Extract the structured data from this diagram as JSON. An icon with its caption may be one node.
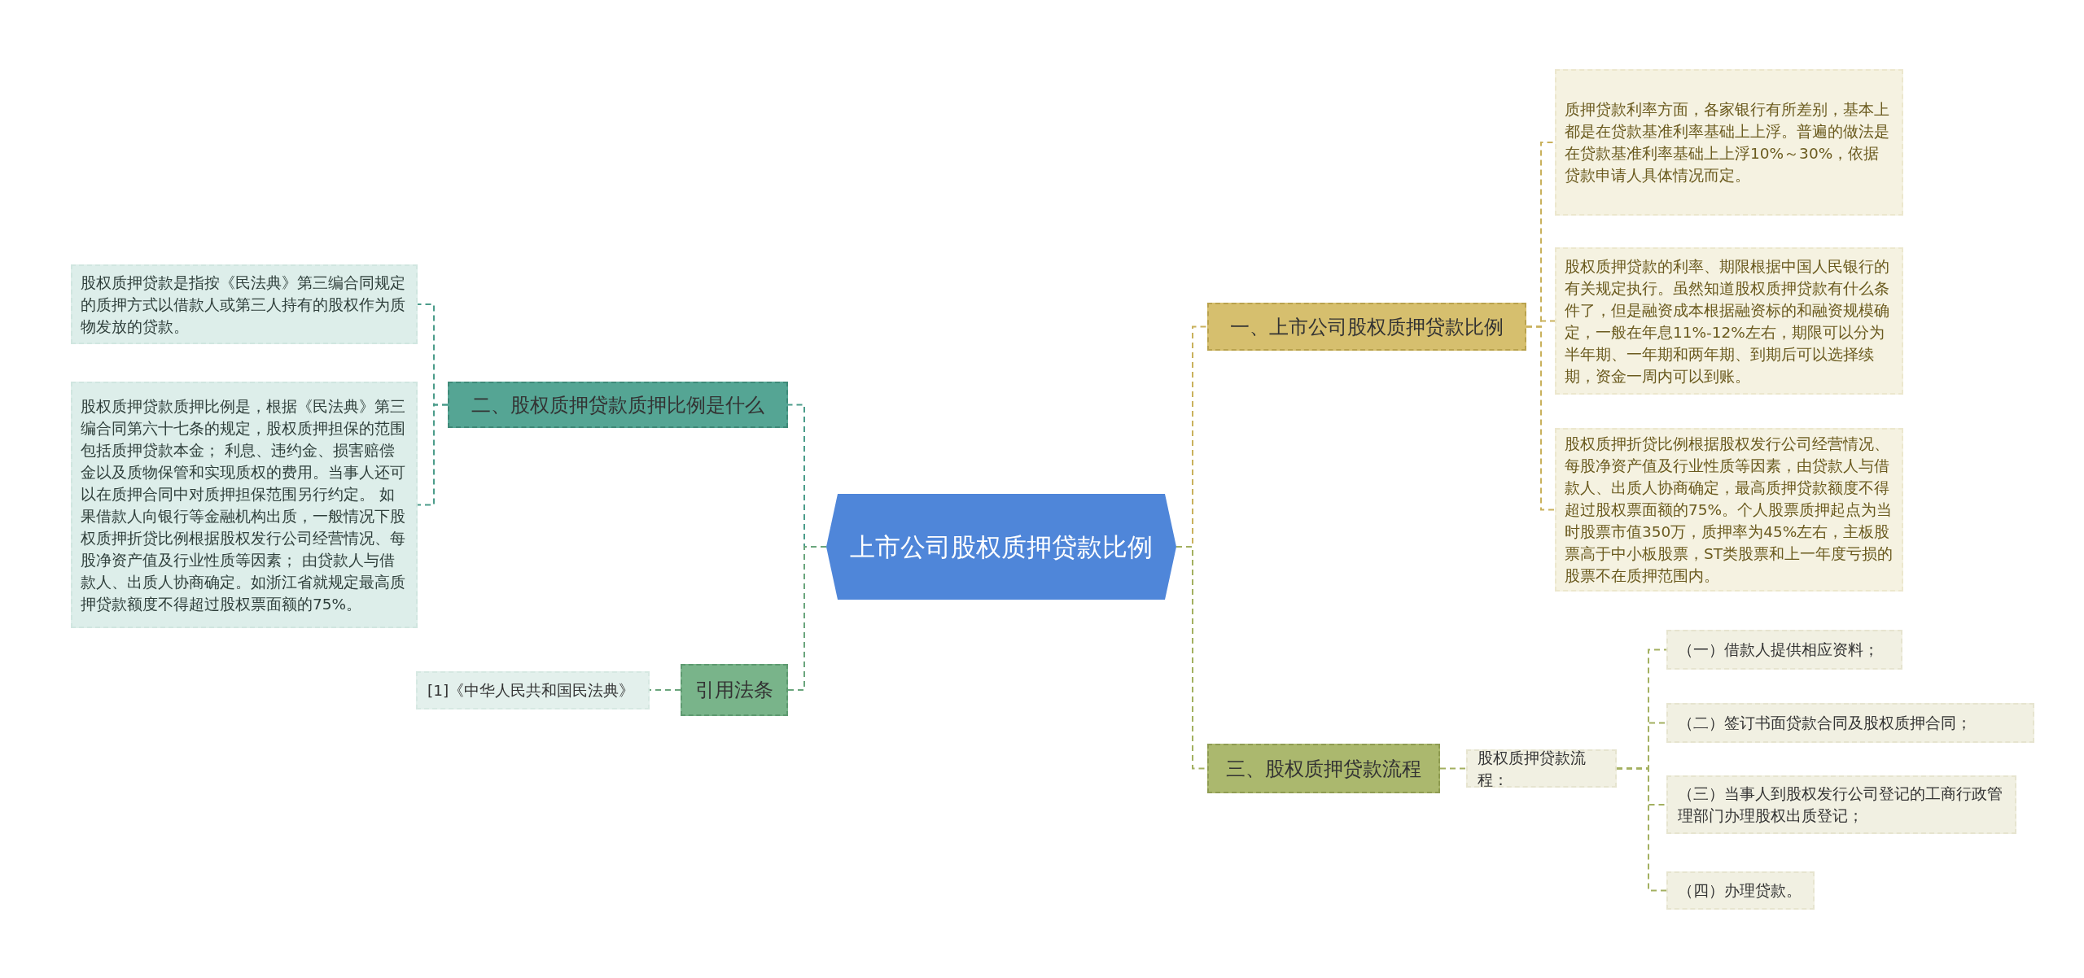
{
  "diagram": {
    "nodes": [
      {
        "text": [
          "上市公司股权质押贷款比例"
        ]
      },
      {
        "text": [
          "一、上市公司股权质押贷款比例"
        ]
      },
      {
        "text": [
          "质押贷款利率方面，各家银行有所差别，基本上都是在贷款基准利率基础上上浮。普遍的做法是在贷款基准利率基础上上浮10%～30%，依据贷款申请人具体情况而定。"
        ]
      },
      {
        "text": [
          "股权质押贷款的利率、期限根据中国人民银行的有关规定执行。虽然知道股权质押贷款有什么条件了，但是融资成本根据融资标的和融资规模确定，一般在年息11%-12%左右，期限可以分为半年期、一年期和两年期、到期后可以选择续期，资金一周内可以到账。"
        ]
      },
      {
        "text": [
          "股权质押折贷比例根据股权发行公司经营情况、每股净资产值及行业性质等因素，由贷款人与借款人、出质人协商确定，最高质押贷款额度不得超过股权票面额的75%。个人股票质押起点为当时股票市值350万，质押率为45%左右，主板股票高于中小板股票，ST类股票和上一年度亏损的股票不在质押范围内。"
        ]
      },
      {
        "text": [
          "三、股权质押贷款流程"
        ]
      },
      {
        "text": [
          "股权质押贷款流程："
        ]
      },
      {
        "text": [
          "（一）借款人提供相应资料；"
        ]
      },
      {
        "text": [
          "（二）签订书面贷款合同及股权质押合同；"
        ]
      },
      {
        "text": [
          "（三）当事人到股权发行公司登记的工商行政管理部门办理股权出质登记；"
        ]
      },
      {
        "text": [
          "（四）办理贷款。"
        ]
      },
      {
        "text": [
          "二、股权质押贷款质押比例是什么"
        ]
      },
      {
        "text": [
          "股权质押贷款是指按《民法典》第三编合同规定的质押方式以借款人或第三人持有的股权作为质物发放的贷款。"
        ]
      },
      {
        "text": [
          "股权质押贷款质押比例是，根据《民法典》第三编合同第六十七条的规定，股权质押担保的范围包括质押贷款本金； 利息、违约金、损害赔偿金以及质物保管和实现质权的费用。当事人还可以在质押合同中对质押担保范围另行约定。 如果借款人向银行等金融机构出质，一般情况下股权质押折贷比例根据股权发行公司经营情况、每股净资产值及行业性质等因素； 由贷款人与借款人、出质人协商确定。如浙江省就规定最高质押贷款额度不得超过股权票面额的75%。"
        ]
      },
      {
        "text": [
          "引用法条"
        ]
      },
      {
        "text": [
          "[1]《中华人民共和国民法典》"
        ]
      }
    ],
    "edges": [
      {
        "from": 0,
        "to": 1,
        "arrow": "none",
        "color": "#c9b15c"
      },
      {
        "from": 1,
        "to": 2,
        "arrow": "none",
        "color": "#c9b15c"
      },
      {
        "from": 1,
        "to": 3,
        "arrow": "none",
        "color": "#c9b15c"
      },
      {
        "from": 1,
        "to": 4,
        "arrow": "none",
        "color": "#c9b15c"
      },
      {
        "from": 0,
        "to": 5,
        "arrow": "none",
        "color": "#a3b060"
      },
      {
        "from": 5,
        "to": 6,
        "arrow": "none",
        "color": "#a3b060"
      },
      {
        "from": 6,
        "to": 7,
        "arrow": "none",
        "color": "#a3b060"
      },
      {
        "from": 6,
        "to": 8,
        "arrow": "none",
        "color": "#a3b060"
      },
      {
        "from": 6,
        "to": 9,
        "arrow": "none",
        "color": "#a3b060"
      },
      {
        "from": 6,
        "to": 10,
        "arrow": "none",
        "color": "#a3b060"
      },
      {
        "from": 0,
        "to": 11,
        "arrow": "none",
        "color": "#4b9c8a"
      },
      {
        "from": 11,
        "to": 12,
        "arrow": "none",
        "color": "#4b9c8a"
      },
      {
        "from": 11,
        "to": 13,
        "arrow": "none",
        "color": "#4b9c8a"
      },
      {
        "from": 0,
        "to": 14,
        "arrow": "none",
        "color": "#6aa57c"
      },
      {
        "from": 14,
        "to": 15,
        "arrow": "none",
        "color": "#6aa57c"
      }
    ]
  }
}
